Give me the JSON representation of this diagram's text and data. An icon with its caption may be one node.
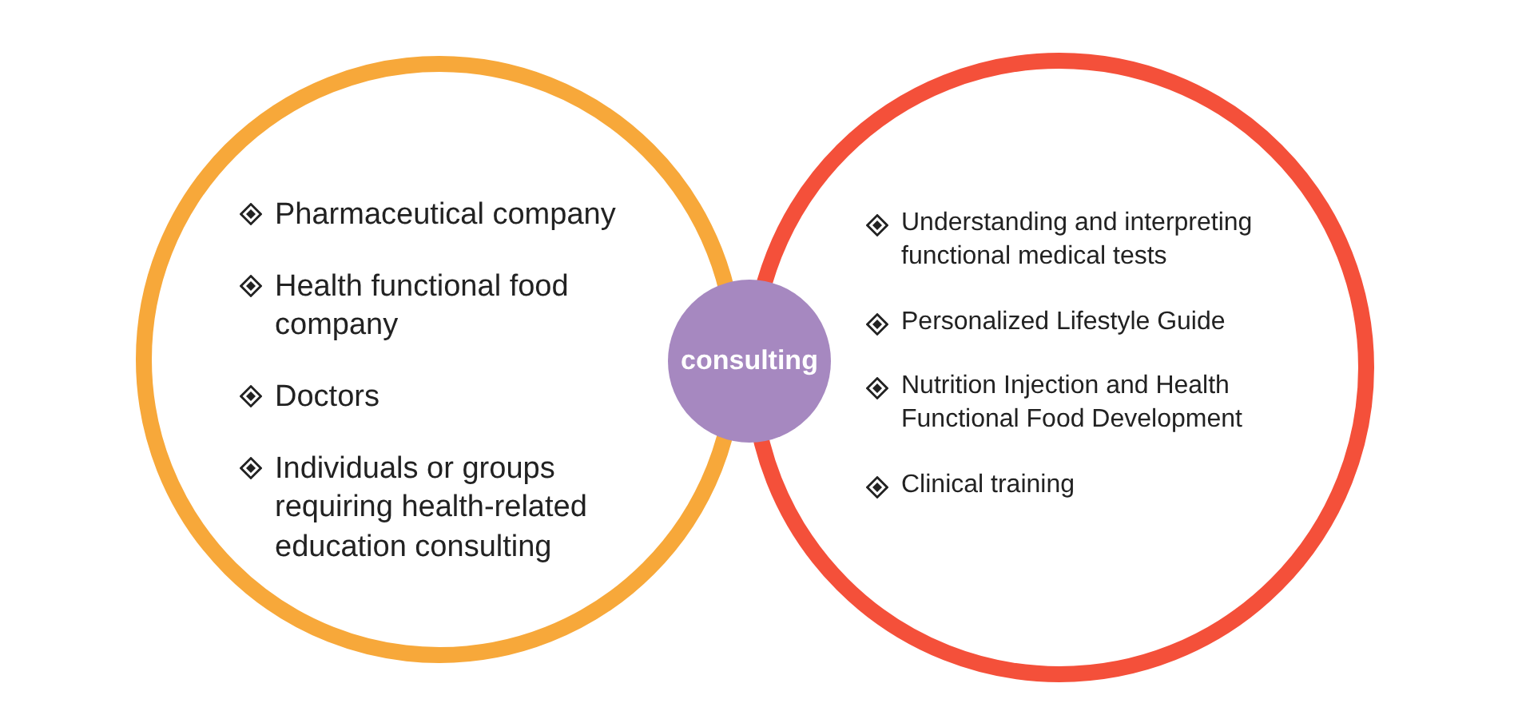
{
  "diagram": {
    "nodes": [
      {
        "text": [
          "Pharmaceutical company",
          "Health functional food company",
          "Doctors",
          "Individuals or groups requiring health-related education consulting"
        ]
      },
      {
        "text": [
          "Understanding and interpreting functional medical tests",
          "Personalized Lifestyle Guide",
          "Nutrition Injection and Health Functional Food Development",
          "Clinical training"
        ]
      },
      {
        "text": [
          "consulting"
        ]
      }
    ]
  }
}
